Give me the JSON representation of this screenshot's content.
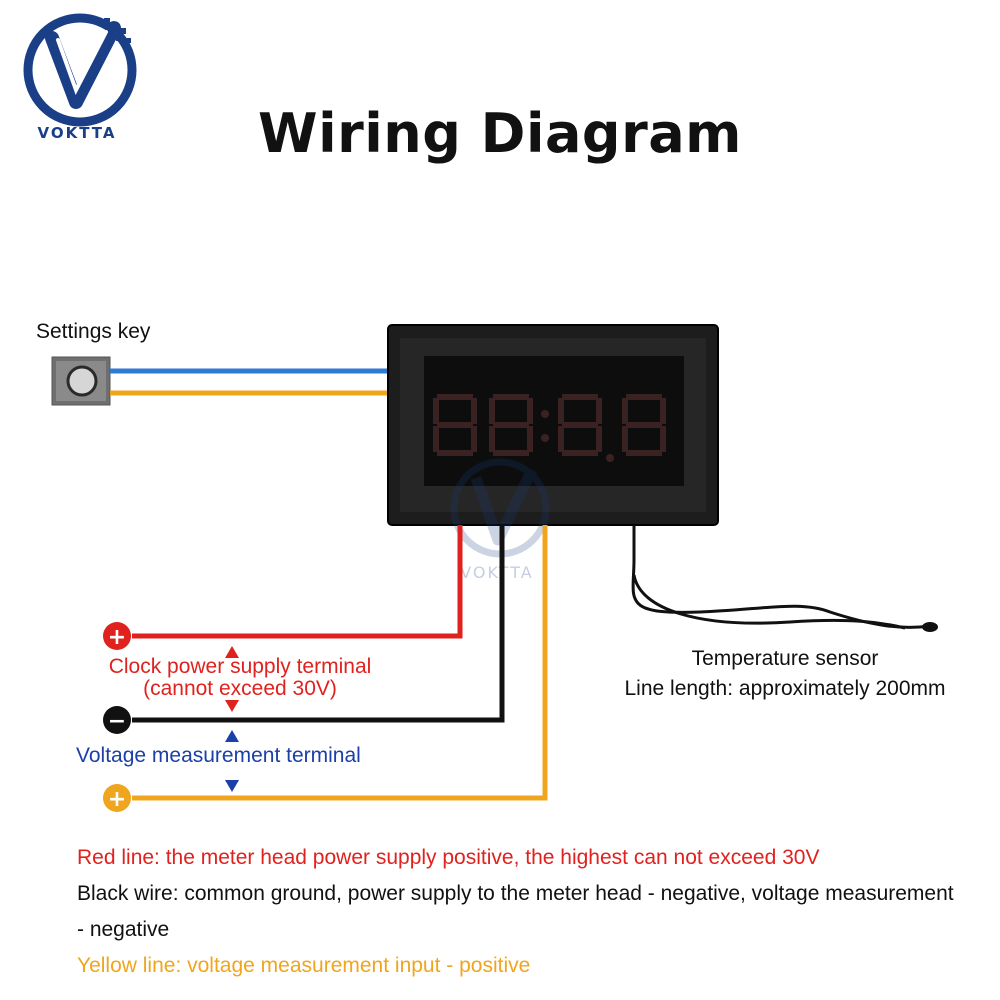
{
  "brand": {
    "logo_text": "VOKTTA",
    "watermark_text": "VOKTTA"
  },
  "title": "Wiring Diagram",
  "labels": {
    "settings_key": "Settings key",
    "temperature_sensor": "Temperature sensor",
    "line_length": "Line length: approximately 200mm",
    "clock_power_supply": "Clock power supply terminal",
    "cannot_exceed": "(cannot exceed 30V)",
    "voltage_measurement": "Voltage measurement terminal"
  },
  "terminals": [
    {
      "symbol": "+",
      "color": "#e0221e"
    },
    {
      "symbol": "−",
      "color": "#111111"
    },
    {
      "symbol": "+",
      "color": "#f0a51e"
    }
  ],
  "wire_colors": {
    "blue": "#2e7bd4",
    "yellow": "#f0a51e",
    "red": "#e0221e",
    "black": "#111111"
  },
  "notes": {
    "red": "Red line: the meter head power supply positive, the highest can not exceed 30V",
    "black": "Black wire: common ground, power supply to the meter head - negative, voltage measurement - negative",
    "yellow": "Yellow line: voltage measurement input - positive"
  }
}
